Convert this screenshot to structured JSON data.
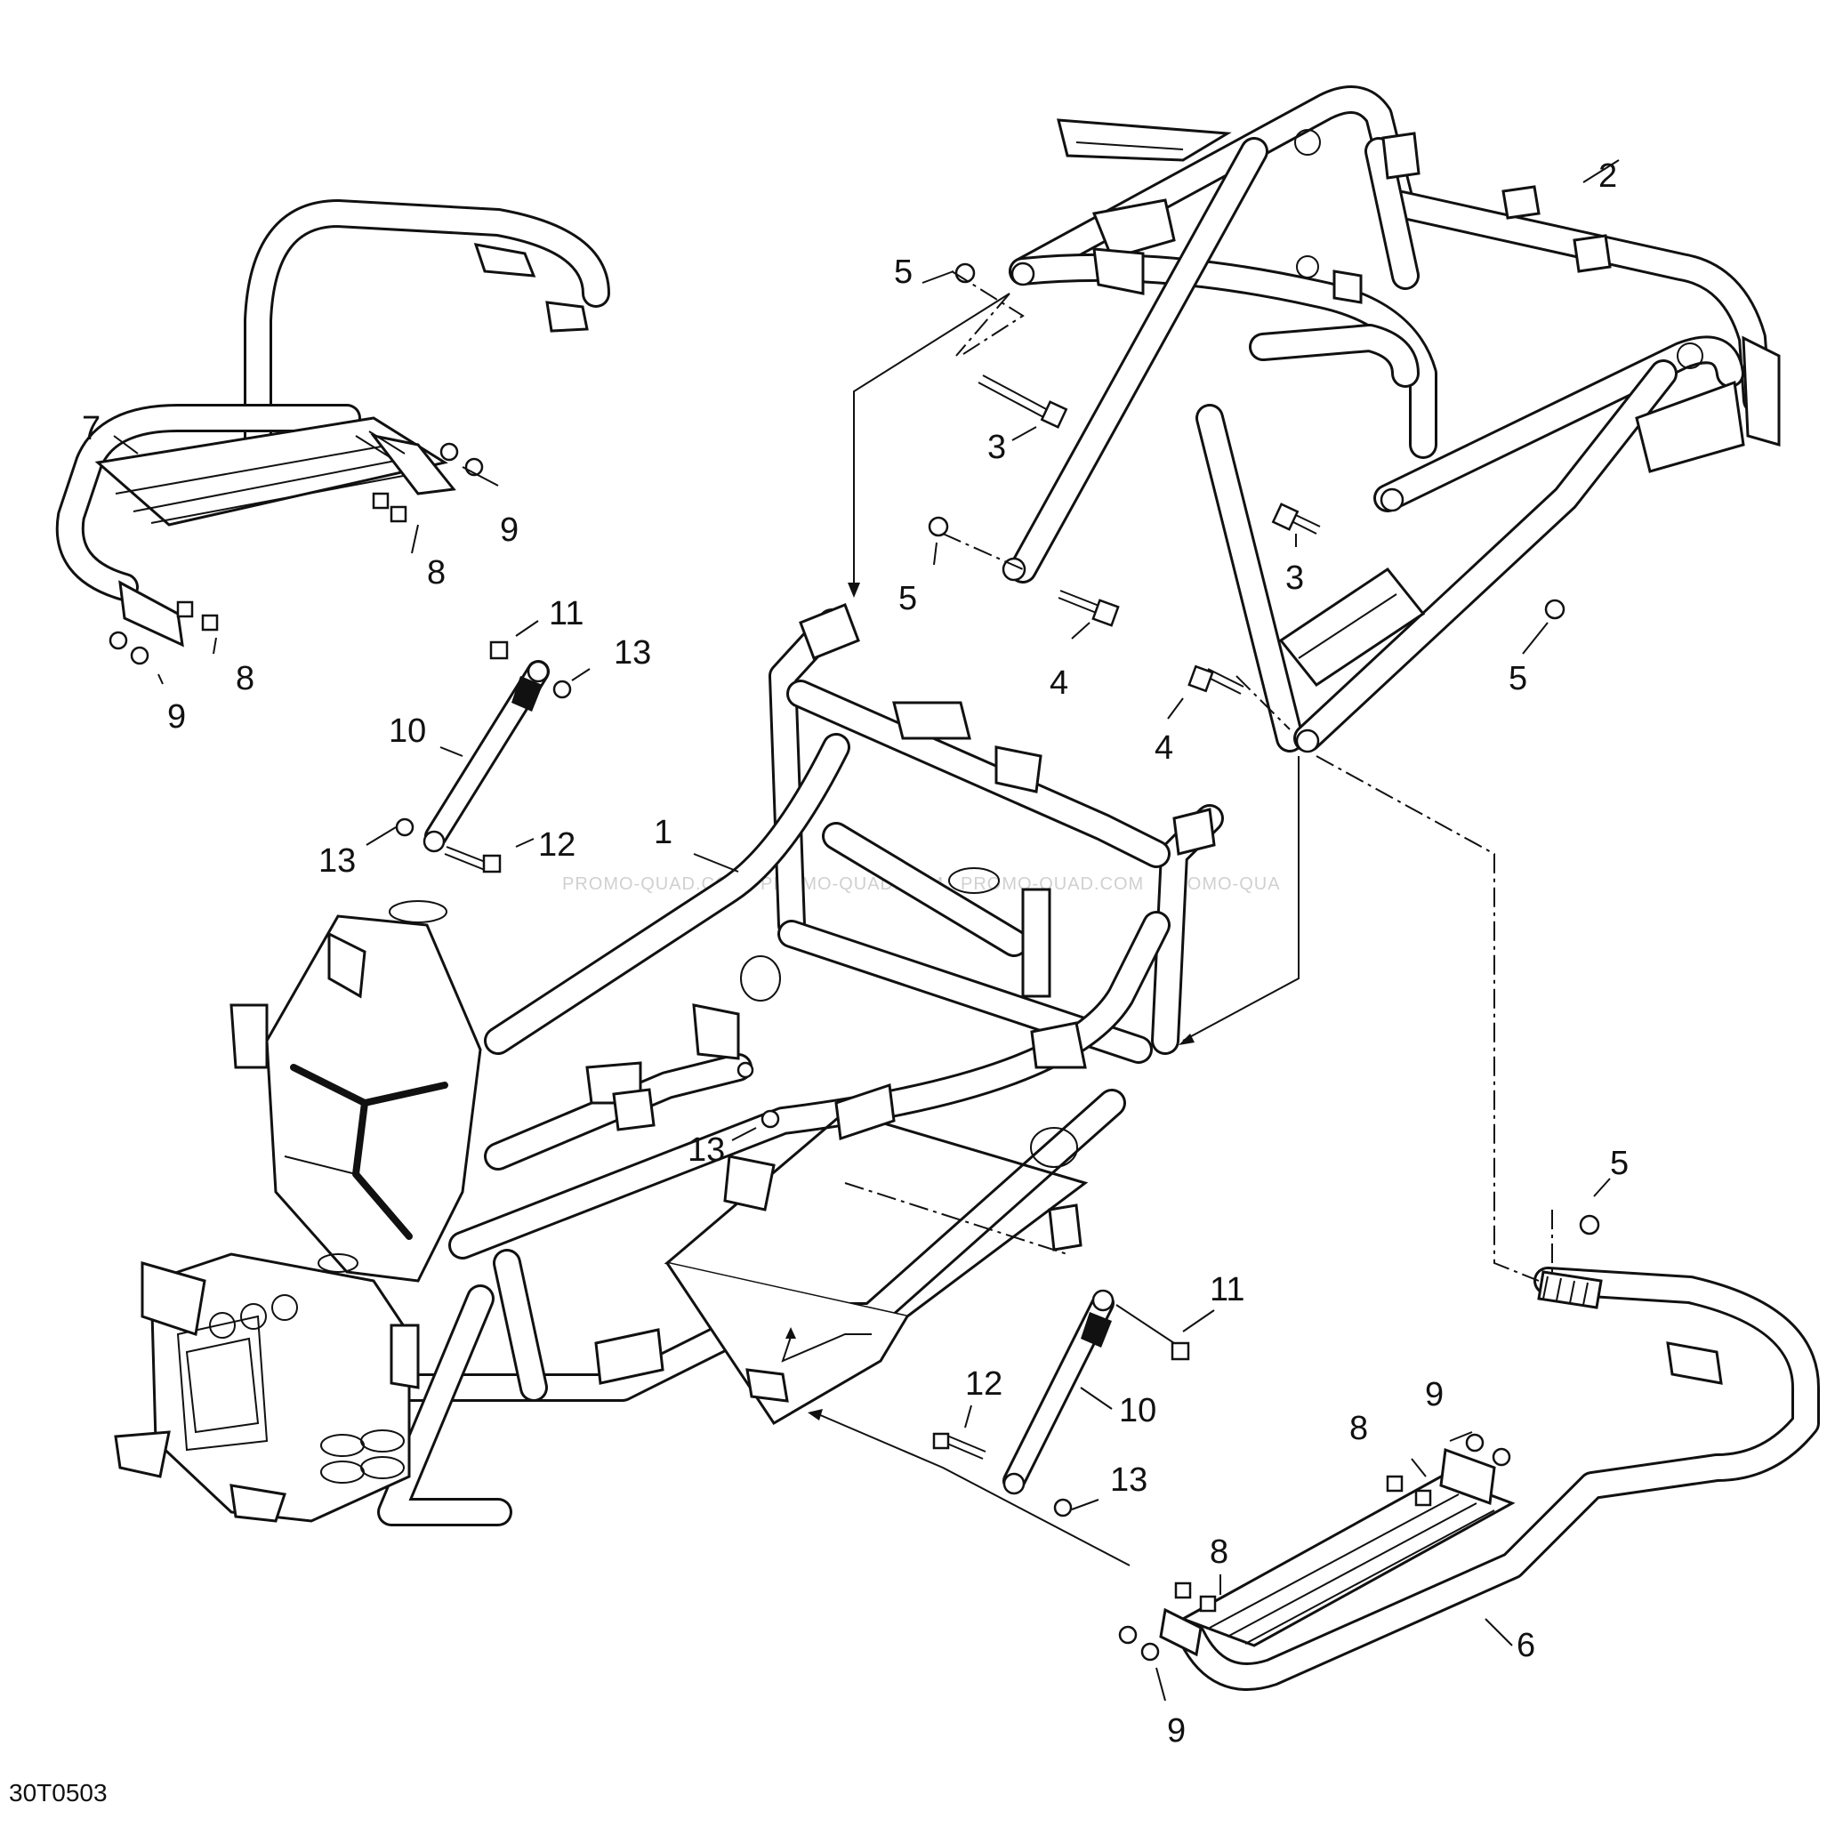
{
  "diagram_code": "30T0503",
  "watermarks": [
    "PROMO-QUAD.COM",
    "PROMO-QUAD.COM",
    "PROMO-QUAD.COM",
    "PROMO-QUA"
  ],
  "callouts": {
    "c1": "1",
    "c2": "2",
    "c3a": "3",
    "c3b": "3",
    "c4a": "4",
    "c4b": "4",
    "c5a": "5",
    "c5b": "5",
    "c5c": "5",
    "c5d": "5",
    "c6": "6",
    "c7": "7",
    "c8a": "8",
    "c8b": "8",
    "c8c": "8",
    "c8d": "8",
    "c9a": "9",
    "c9b": "9",
    "c9c": "9",
    "c9d": "9",
    "c10a": "10",
    "c10b": "10",
    "c11a": "11",
    "c11b": "11",
    "c12a": "12",
    "c12b": "12",
    "c13a": "13",
    "c13b": "13",
    "c13c": "13",
    "c13d": "13"
  },
  "colors": {
    "line": "#111111",
    "background": "#ffffff",
    "watermark": "#d0d0d0"
  }
}
